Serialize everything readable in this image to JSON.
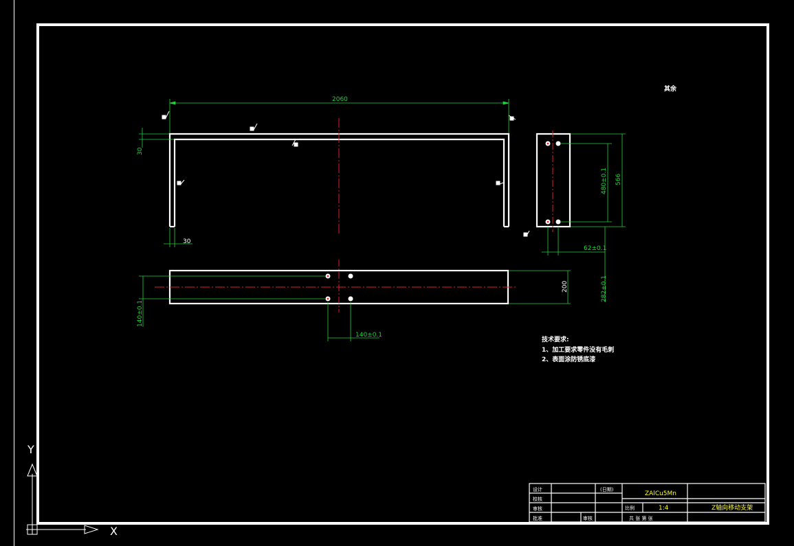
{
  "drawing": {
    "roughness_note": "其余",
    "dimensions": {
      "overall_length": "2060",
      "flange_height": "30",
      "wall_thickness": "30",
      "side_hole_spacing": "480±0.1",
      "side_height": "566",
      "side_hole_offset": "62±0.1",
      "side_hole_position": "282±0.1",
      "plan_width": "200",
      "plan_hole_position": "140±0.1",
      "plan_hole_spacing": "140±0.1"
    },
    "technical_requirements": {
      "heading": "技术要求:",
      "items": [
        "1、加工要求零件没有毛刺",
        "2、表面涂防锈底漆"
      ]
    }
  },
  "title_block": {
    "designer": "设计",
    "checker": "校核",
    "reviewer": "审核",
    "approver": "批准",
    "date": "(日期)",
    "craft": "审核",
    "material": "ZAlCu5Mn",
    "scale_label": "比例",
    "scale_value": "1:4",
    "sheets": "共  张    第  张",
    "part_name": "Z轴向移动支架"
  },
  "ucs": {
    "x_label": "X",
    "y_label": "Y"
  },
  "colors": {
    "outline": "#ffffff",
    "dimension": "#22d23a",
    "centerline": "#e0202a",
    "title": "#ffff33"
  }
}
